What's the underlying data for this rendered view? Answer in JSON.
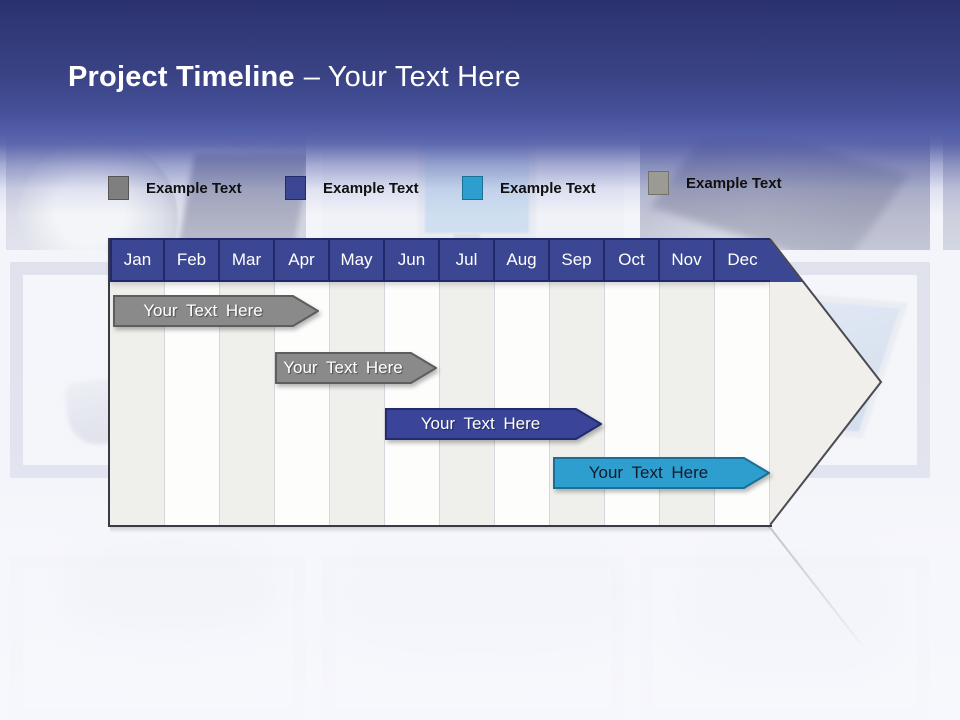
{
  "title": {
    "primary": "Project Timeline",
    "secondary": "– Your Text Here"
  },
  "legend": {
    "items": [
      {
        "label": "Example Text",
        "color": "#7f7f7f",
        "border": "#565656"
      },
      {
        "label": "Example Text",
        "color": "#3c4794",
        "border": "#232c6b"
      },
      {
        "label": "Example Text",
        "color": "#2e9ecf",
        "border": "#1d6f94"
      },
      {
        "label": "Example Text",
        "color": "#9b9b93",
        "border": "#72726a"
      }
    ]
  },
  "colors": {
    "month_header_fill": "#3c4794",
    "month_header_border": "#212a68",
    "arrowhead_fill": "#f0efec",
    "arrowhead_stroke": "#4a4a52"
  },
  "chart_data": {
    "type": "gantt",
    "title": "Project Timeline",
    "categories": [
      "Jan",
      "Feb",
      "Mar",
      "Apr",
      "May",
      "Jun",
      "Jul",
      "Aug",
      "Sep",
      "Oct",
      "Nov",
      "Dec"
    ],
    "axis_note": "12 month columns, alternating shaded; whole chart drawn as a large right-pointing arrow",
    "tasks": [
      {
        "label": "Your Text Here",
        "start_month": "Jan",
        "end_month": "Apr",
        "start_index": 0.05,
        "end_index": 3.8,
        "row": 0,
        "fill": "#8a8a8a",
        "stroke": "#5e5e5e",
        "text_color": "#ffffff"
      },
      {
        "label": "Your Text Here",
        "start_month": "Apr",
        "end_month": "Jun",
        "start_index": 3.0,
        "end_index": 5.95,
        "row": 1,
        "fill": "#8a8a8a",
        "stroke": "#5e5e5e",
        "text_color": "#ffffff"
      },
      {
        "label": "Your Text Here",
        "start_month": "Jun",
        "end_month": "Sep",
        "start_index": 5.0,
        "end_index": 8.95,
        "row": 2,
        "fill": "#3a459a",
        "stroke": "#232c6e",
        "text_color": "#ffffff"
      },
      {
        "label": "Your Text Here",
        "start_month": "Sep",
        "end_month": "Dec",
        "start_index": 8.05,
        "end_index": 12.0,
        "row": 3,
        "fill": "#2e9ecf",
        "stroke": "#1c6f94",
        "text_color": "#121a2b"
      }
    ]
  }
}
